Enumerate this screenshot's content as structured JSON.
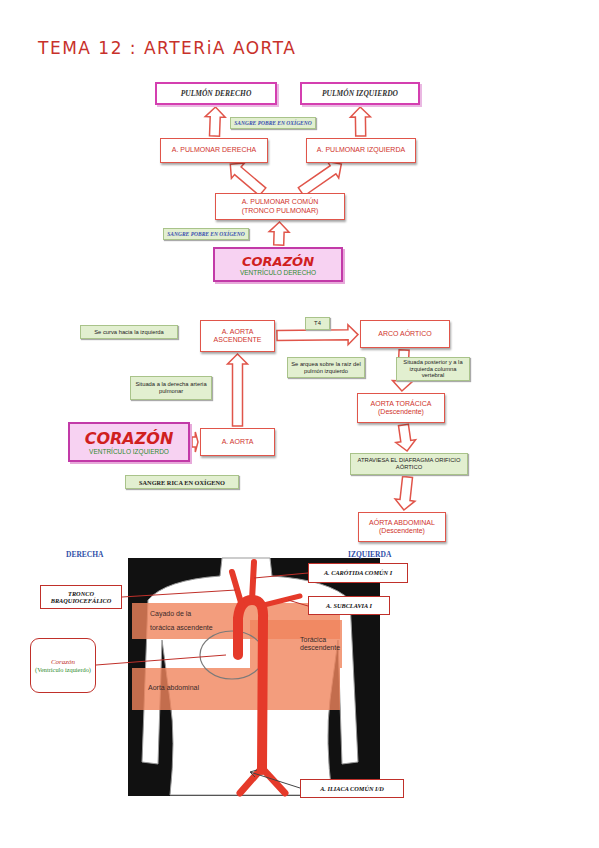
{
  "diagram": {
    "title": "TEMA 12 : ARTERiA AORTA",
    "nodes": [
      {
        "text": [
          "PULMÓN DERECHO"
        ]
      },
      {
        "text": [
          "PULMÓN IZQUIERDO"
        ]
      },
      {
        "text": [
          "SANGRE POBRE EN OXÍGENO"
        ]
      },
      {
        "text": [
          "A. PULMONAR DERECHA"
        ]
      },
      {
        "text": [
          "A. PULMONAR IZQUIERDA"
        ]
      },
      {
        "text": [
          "A. PULMONAR COMÚN",
          "(TRONCO PULMONAR)"
        ]
      },
      {
        "text": [
          "SANGRE POBRE EN OXÍGENO"
        ]
      },
      {
        "text": [
          "CORAZÓN",
          "VENTRÍCULO DERECHO"
        ]
      },
      {
        "text": [
          "T4"
        ]
      },
      {
        "text": [
          "A. AORTA ASCENDENTE"
        ]
      },
      {
        "text": [
          "ARCO AÓRTICO"
        ]
      },
      {
        "text": [
          "Se curva hacia la izquierda"
        ]
      },
      {
        "text": [
          "Se arquea sobre la raíz del pulmón izquierdo"
        ]
      },
      {
        "text": [
          "Situada posterior y a la izquierda columna vertebral"
        ]
      },
      {
        "text": [
          "Situada a la derecha arteria pulmonar"
        ]
      },
      {
        "text": [
          "AORTA TORÁCICA",
          "(Descendente)"
        ]
      },
      {
        "text": [
          "CORAZÓN",
          "VENTRÍCULO IZQUIERDO"
        ]
      },
      {
        "text": [
          "A. AORTA"
        ]
      },
      {
        "text": [
          "ATRAVIESA EL DIAFRAGMA ORIFICIO AÓRTICO"
        ]
      },
      {
        "text": [
          "SANGRE RICA EN OXÍGENO"
        ]
      },
      {
        "text": [
          "AÓRTA ABDOMINAL",
          "(Descendente)"
        ]
      },
      {
        "text": [
          "A. CARÓTIDA COMÚN I"
        ]
      },
      {
        "text": [
          "TRONCO BRAQUIOCEFÁLICO"
        ]
      },
      {
        "text": [
          "A. SUBCLAVIA I"
        ]
      },
      {
        "text": [
          "Corazón",
          "(Ventrículo izquierdo)"
        ]
      },
      {
        "text": [
          "A. ILIACA COMÚN I/D"
        ]
      }
    ],
    "edges": [
      {
        "from": 7,
        "to": 5,
        "arrow": "to"
      },
      {
        "from": 5,
        "to": 3,
        "arrow": "to"
      },
      {
        "from": 5,
        "to": 4,
        "arrow": "to"
      },
      {
        "from": 3,
        "to": 0,
        "arrow": "to"
      },
      {
        "from": 4,
        "to": 1,
        "arrow": "to"
      },
      {
        "from": 16,
        "to": 17,
        "arrow": "to"
      },
      {
        "from": 17,
        "to": 9,
        "arrow": "to"
      },
      {
        "from": 9,
        "to": 10,
        "arrow": "to"
      },
      {
        "from": 10,
        "to": 15,
        "arrow": "to"
      },
      {
        "from": 15,
        "to": 18,
        "arrow": "to"
      },
      {
        "from": 18,
        "to": 20,
        "arrow": "to"
      }
    ],
    "labels": [
      "DERECHA",
      "IZQUIERDA",
      "Cayado de la",
      "torácica ascendente",
      "Torácica descendente",
      "Aorta abdominal"
    ]
  }
}
